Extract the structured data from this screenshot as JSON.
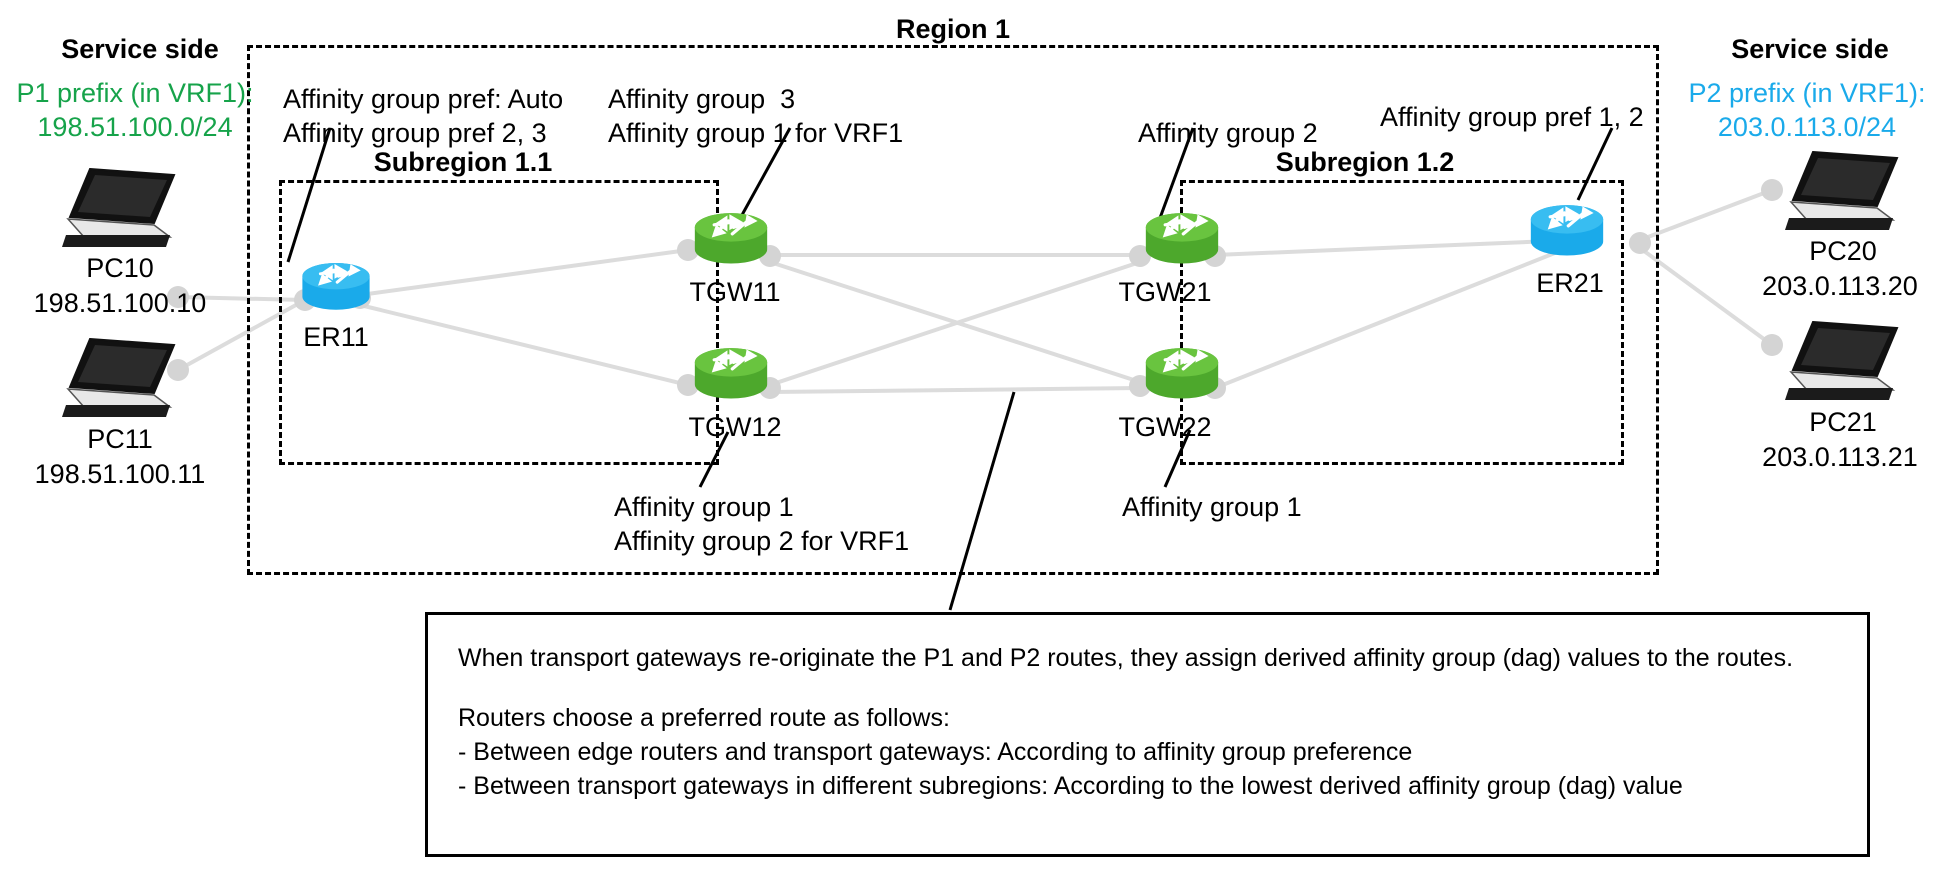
{
  "diagram": {
    "title": "Region 1",
    "region_label": "Region 1",
    "subregion_1_1_label": "Subregion 1.1",
    "subregion_1_2_label": "Subregion 1.2"
  },
  "left_service": {
    "heading": "Service side",
    "prefix_line1": "P1 prefix (in VRF1):",
    "prefix_line2": "198.51.100.0/24",
    "color": "#16a34a"
  },
  "right_service": {
    "heading": "Service side",
    "prefix_line1": "P2 prefix (in VRF1):",
    "prefix_line2": "203.0.113.0/24",
    "color": "#1aaaea"
  },
  "hosts": [
    {
      "id": "pc10",
      "name": "PC10",
      "ip": "198.51.100.10"
    },
    {
      "id": "pc11",
      "name": "PC11",
      "ip": "198.51.100.11"
    },
    {
      "id": "pc20",
      "name": "PC20",
      "ip": "203.0.113.20"
    },
    {
      "id": "pc21",
      "name": "PC21",
      "ip": "203.0.113.21"
    }
  ],
  "nodes": [
    {
      "id": "er11",
      "name": "ER11",
      "type": "edge-router",
      "color": "#1aaaea"
    },
    {
      "id": "tgw11",
      "name": "TGW11",
      "type": "transport-gateway",
      "color": "#5cb336"
    },
    {
      "id": "tgw12",
      "name": "TGW12",
      "type": "transport-gateway",
      "color": "#5cb336"
    },
    {
      "id": "tgw21",
      "name": "TGW21",
      "type": "transport-gateway",
      "color": "#5cb336"
    },
    {
      "id": "tgw22",
      "name": "TGW22",
      "type": "transport-gateway",
      "color": "#5cb336"
    },
    {
      "id": "er21",
      "name": "ER21",
      "type": "edge-router",
      "color": "#1aaaea"
    }
  ],
  "annotations": {
    "er11": {
      "line1": "Affinity group pref: Auto",
      "line2": "Affinity group pref 2, 3"
    },
    "tgw11": {
      "line1": "Affinity group  3",
      "line2": "Affinity group 1 for VRF1"
    },
    "tgw12": {
      "line1": "Affinity group 1",
      "line2": "Affinity group 2 for VRF1"
    },
    "tgw21": {
      "line1": "Affinity group 2"
    },
    "tgw22": {
      "line1": "Affinity group 1"
    },
    "er21": {
      "line1": "Affinity group pref 1, 2"
    }
  },
  "note": {
    "paragraph1": "When transport gateways re-originate the P1 and P2 routes, they assign derived affinity group (dag) values to the routes.",
    "paragraph2": "Routers choose a preferred route as follows:",
    "bullet1": "- Between edge routers and transport gateways: According to affinity group preference",
    "bullet2": "- Between transport gateways in different subregions: According to the lowest derived affinity group (dag) value"
  },
  "colors": {
    "link": "#dcdcdc",
    "endpoint_dot": "#d4d4d4",
    "edge_router": "#1aaaea",
    "transport_gateway": "#5cb336",
    "border": "#000000"
  }
}
